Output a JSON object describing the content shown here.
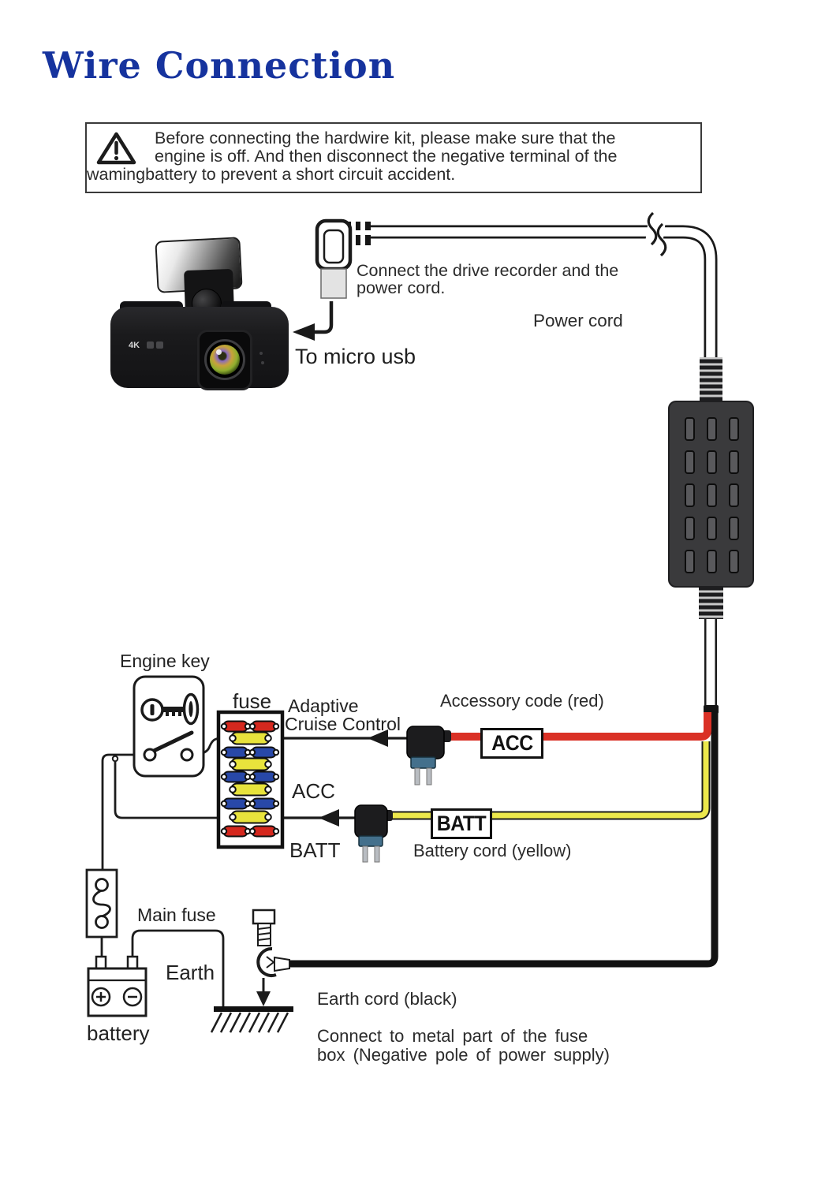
{
  "title": "Wire Connection",
  "warning": {
    "line1": "Before connecting the hardwire kit, please make sure that the",
    "line2": "engine is off. And then disconnect the negative terminal of the",
    "line3": "wamingbattery to prevent a short circuit accident."
  },
  "labels": {
    "usb_note_line1": "Connect the drive recorder and the",
    "usb_note_line2": "power cord.",
    "power_cord": "Power cord",
    "to_micro_usb": "To micro usb",
    "engine_key": "Engine key",
    "fuse": "fuse",
    "adaptive_line1": "Adaptive",
    "adaptive_line2": "Cruise Control",
    "accessory_code": "Accessory code (red)",
    "acc_tag": "ACC",
    "acc_side": "ACC",
    "batt_tag": "BATT",
    "batt_side": "BATT",
    "battery_cord": "Battery cord (yellow)",
    "main_fuse": "Main fuse",
    "earth": "Earth",
    "battery": "battery",
    "earth_cord": "Earth cord (black)",
    "connect_note_line1": "Connect to metal part of the fuse",
    "connect_note_line2": "box (Negative pole of power supply)"
  },
  "camera": {
    "badge": "4K"
  },
  "colors": {
    "title_blue": "#16339e",
    "wire_red": "#da3126",
    "wire_yellow": "#ece74b",
    "wire_black": "#121212",
    "fuse_red": "#d5281e",
    "fuse_yellow": "#e8e33c",
    "fuse_blue": "#2848a8",
    "box_gray": "#3a3a3c",
    "slot_gray": "#59595c",
    "tap_base": "#44708c"
  }
}
